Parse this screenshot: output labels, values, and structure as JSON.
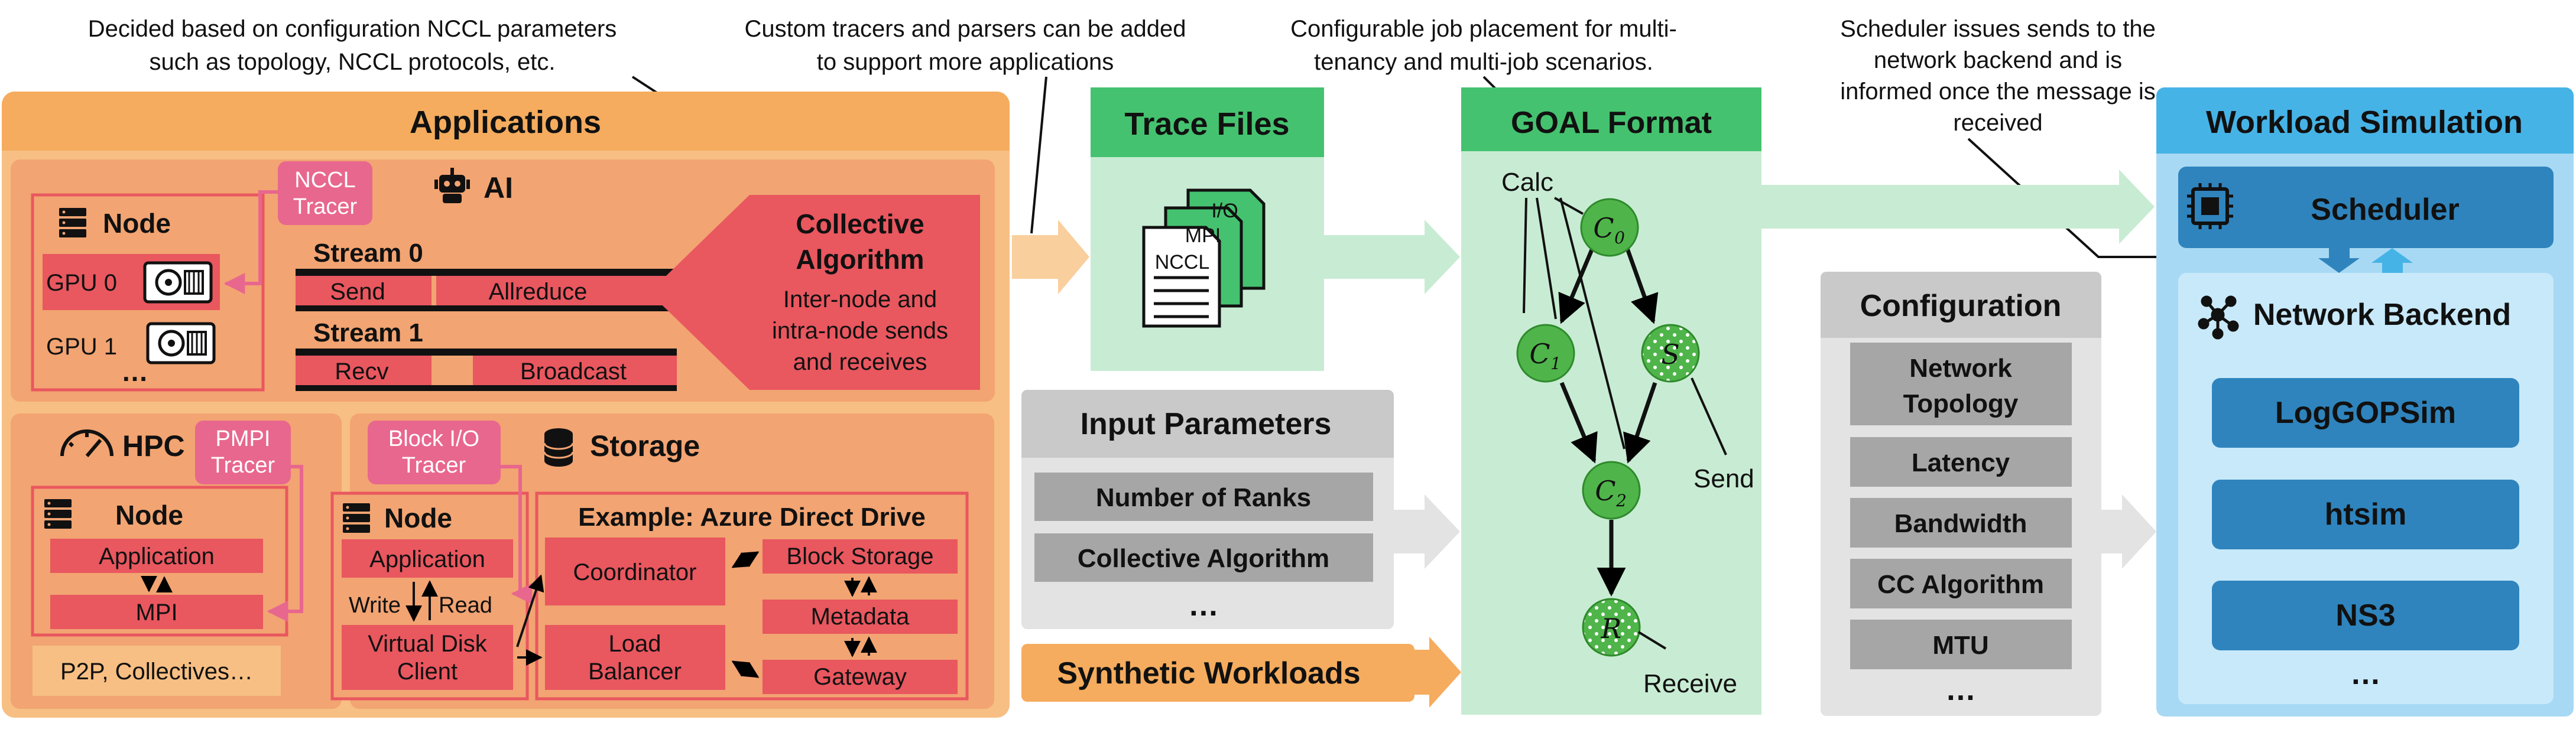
{
  "annotations": {
    "nccl_params_line1": "Decided based on configuration NCCL parameters",
    "nccl_params_line2": "such as topology, NCCL protocols, etc.",
    "custom_tracers_line1": "Custom tracers and parsers can be added",
    "custom_tracers_line2": "to support more applications",
    "placement_line1": "Configurable job placement for multi-",
    "placement_line2": "tenancy and multi-job scenarios.",
    "scheduler_line1": "Scheduler issues sends to the",
    "scheduler_line2": "network backend and is",
    "scheduler_line3": "informed once the message is",
    "scheduler_line4": "received"
  },
  "applications": {
    "title": "Applications",
    "ai": {
      "title": "AI",
      "node_label": "Node",
      "gpu0": "GPU 0",
      "gpu1": "GPU 1",
      "gpu_more": "…",
      "tracer_line1": "NCCL",
      "tracer_line2": "Tracer",
      "stream0": "Stream 0",
      "stream0_ops": [
        "Send",
        "Allreduce"
      ],
      "stream1": "Stream 1",
      "stream1_ops": [
        "Recv",
        "Broadcast"
      ],
      "collective_title_line1": "Collective",
      "collective_title_line2": "Algorithm",
      "collective_desc_line1": "Inter-node and",
      "collective_desc_line2": "intra-node sends",
      "collective_desc_line3": "and receives"
    },
    "hpc": {
      "title": "HPC",
      "tracer_line1": "PMPI",
      "tracer_line2": "Tracer",
      "node_label": "Node",
      "application": "Application",
      "mpi": "MPI",
      "footer": "P2P, Collectives…"
    },
    "storage": {
      "title": "Storage",
      "tracer_line1": "Block I/O",
      "tracer_line2": "Tracer",
      "node_label": "Node",
      "application": "Application",
      "write": "Write",
      "read": "Read",
      "vdisk_line1": "Virtual Disk",
      "vdisk_line2": "Client",
      "example_title": "Example: Azure Direct Drive",
      "coordinator": "Coordinator",
      "lb_line1": "Load",
      "lb_line2": "Balancer",
      "block_storage": "Block Storage",
      "metadata": "Metadata",
      "gateway": "Gateway"
    }
  },
  "trace_files": {
    "title": "Trace Files",
    "file_labels": [
      "I/O",
      "MPI",
      "NCCL"
    ]
  },
  "input_parameters": {
    "title": "Input Parameters",
    "items": [
      "Number of Ranks",
      "Collective Algorithm"
    ],
    "more": "…"
  },
  "synthetic_workloads": {
    "title": "Synthetic Workloads"
  },
  "goal_format": {
    "title": "GOAL Format",
    "calc_label": "Calc",
    "send_label": "Send",
    "receive_label": "Receive",
    "nodes": {
      "c0_base": "C",
      "c0_sub": "0",
      "c1_base": "C",
      "c1_sub": "1",
      "c2_base": "C",
      "c2_sub": "2",
      "s": "S",
      "r": "R"
    }
  },
  "configuration": {
    "title": "Configuration",
    "items": [
      "Latency",
      "Bandwidth",
      "CC Algorithm",
      "MTU"
    ],
    "topology_line1": "Network",
    "topology_line2": "Topology",
    "more": "…"
  },
  "workload_simulation": {
    "title": "Workload Simulation",
    "scheduler": "Scheduler",
    "network_backend": "Network Backend",
    "backends": [
      "LogGOPSim",
      "htsim",
      "NS3"
    ],
    "more": "…"
  },
  "colors": {
    "orange_outer": "#f7bf83",
    "orange_panel": "#f2a472",
    "orange_title": "#f5ac5e",
    "red_box": "#e9575f",
    "pink_tracer": "#e8678e",
    "green_title": "#45c26f",
    "green_panel": "#c8ecd3",
    "green_node": "#4fb54a",
    "gray_panel": "#e3e3e3",
    "gray_box": "#a6a6a6",
    "blue_outer": "#a8d9f4",
    "blue_title": "#46b3e6",
    "blue_box": "#2f84bd"
  }
}
